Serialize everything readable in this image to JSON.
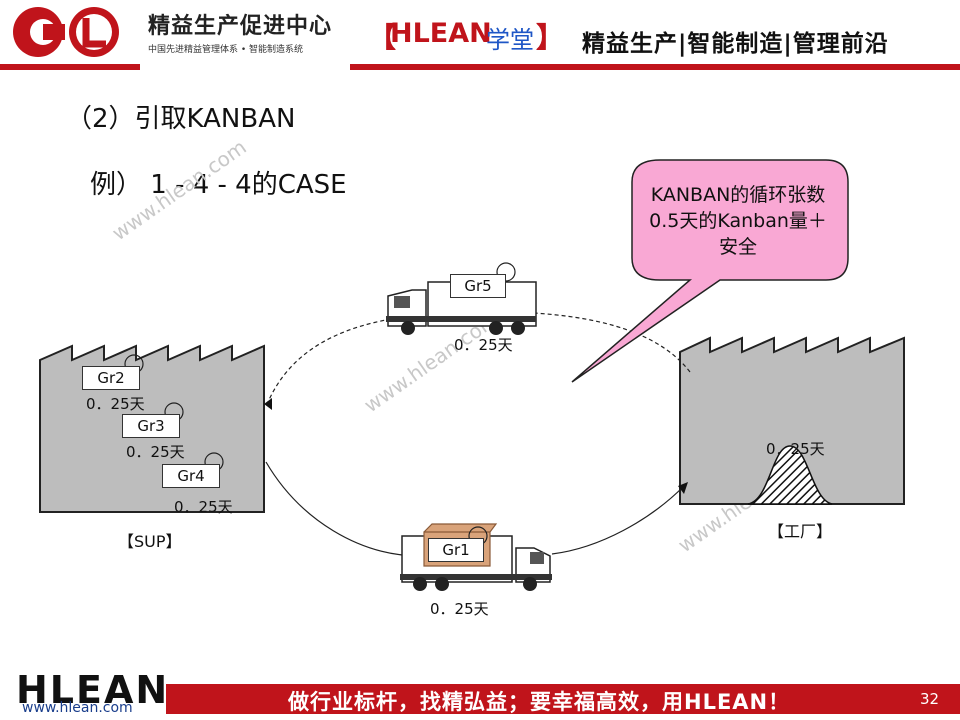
{
  "header": {
    "org_name": "精益生产促进中心",
    "org_sub": "中国先进精益管理体系 • 智能制造系统",
    "bracket_open": "【",
    "brand": "HLEAN",
    "brand_suffix": "学堂",
    "bracket_close": "】",
    "tagline": "精益生产|智能制造|管理前沿"
  },
  "slide": {
    "section_title": "（2）引取KANBAN",
    "example_title": "例） 1 - 4 - 4的CASE",
    "callout": "KANBAN的循环张数0.5天的Kanban量＋安全",
    "supplier_label": "【SUP】",
    "factory_label": "【工厂】",
    "watermark": "www.hlean.com",
    "boxes": [
      {
        "label": "Gr2",
        "qty": "0．25天"
      },
      {
        "label": "Gr3",
        "qty": "0．25天"
      },
      {
        "label": "Gr4",
        "qty": "0．25天"
      },
      {
        "label": "Gr5",
        "qty": "0．25天"
      },
      {
        "label": "Gr1",
        "qty": "0．25天"
      }
    ],
    "factory_qty": "0．25天"
  },
  "footer": {
    "logo": "HLEAN",
    "url": "www.hlean.com",
    "slogan": "做行业标杆，找精弘益；要幸福高效，用HLEAN！",
    "page": "32"
  },
  "colors": {
    "brand_red": "#c0141b",
    "factory_gray": "#bdbdbd",
    "callout_pink": "#f9a8d4"
  }
}
